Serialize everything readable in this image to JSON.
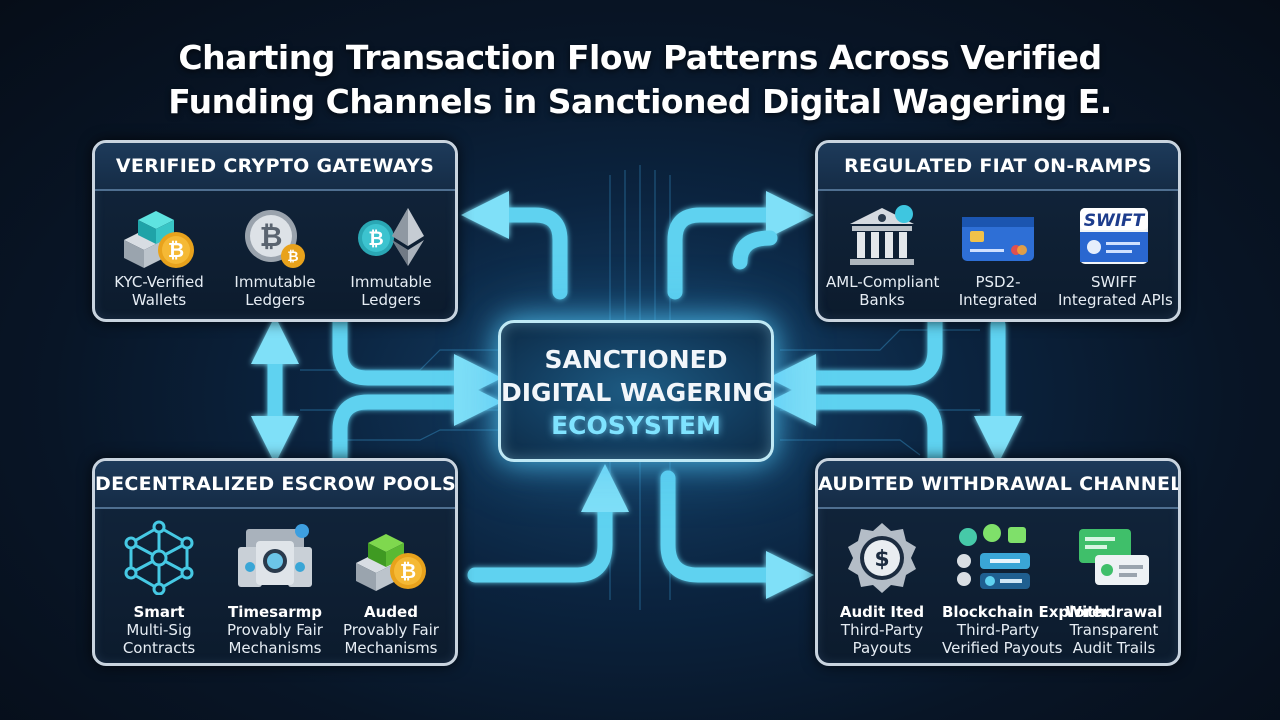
{
  "title": {
    "line1": "Charting Transaction Flow Patterns Across Verified",
    "line2": "Funding Channels in Sanctioned Digital Wagering E."
  },
  "center": {
    "line1": "SANCTIONED",
    "line2": "DIGITAL WAGERING",
    "line3": "ECOSYSTEM"
  },
  "panels": {
    "top_left": {
      "title": "VERIFIED CRYPTO GATEWAYS",
      "items": [
        {
          "icon": "crypto-blocks-icon",
          "line1": "KYC-Verified",
          "line2": "Wallets"
        },
        {
          "icon": "bitcoin-coin-icon",
          "line1": "Immutable",
          "line2": "Ledgers"
        },
        {
          "icon": "bitcoin-ethereum-icon",
          "line1": "Immutable",
          "line2": "Ledgers"
        }
      ]
    },
    "top_right": {
      "title": "REGULATED FIAT ON-RAMPS",
      "items": [
        {
          "icon": "bank-icon",
          "line1": "AML-Compliant",
          "line2": "Banks"
        },
        {
          "icon": "credit-card-icon",
          "line1": "PSD2-",
          "line2": "Integrated"
        },
        {
          "icon": "swift-icon",
          "badge": "SWIFT",
          "line1": "SWIFF",
          "line2": "Integrated APIs"
        }
      ]
    },
    "bottom_left": {
      "title": "DECENTRALIZED ESCROW POOLS",
      "items": [
        {
          "icon": "network-nodes-icon",
          "line1": "Smart",
          "line2": "Multi-Sig",
          "line3": "Contracts"
        },
        {
          "icon": "vault-servers-icon",
          "line1": "Timesarmp",
          "line2": "Provably Fair",
          "line3": "Mechanisms"
        },
        {
          "icon": "blocks-coin-icon",
          "line1": "Auded",
          "line2": "Provably Fair",
          "line3": "Mechanisms"
        }
      ]
    },
    "bottom_right": {
      "title": "AUDITED WITHDRAWAL CHANNELS",
      "items": [
        {
          "icon": "audit-badge-icon",
          "line1": "Audit Ited",
          "line2": "Third-Party",
          "line3": "Payouts"
        },
        {
          "icon": "blockchain-explorer-icon",
          "line1": "Blockchain Explorer",
          "line2": "Third-Party",
          "line3": "Verified Payouts"
        },
        {
          "icon": "withdrawal-screens-icon",
          "line1": "Withdrawal",
          "line2": "Transparent",
          "line3": "Audit Trails"
        }
      ]
    }
  },
  "colors": {
    "flow_arrow": "#5fd2f0",
    "center_glow": "#7fe3ff",
    "panel_border": "#c9d4df"
  }
}
